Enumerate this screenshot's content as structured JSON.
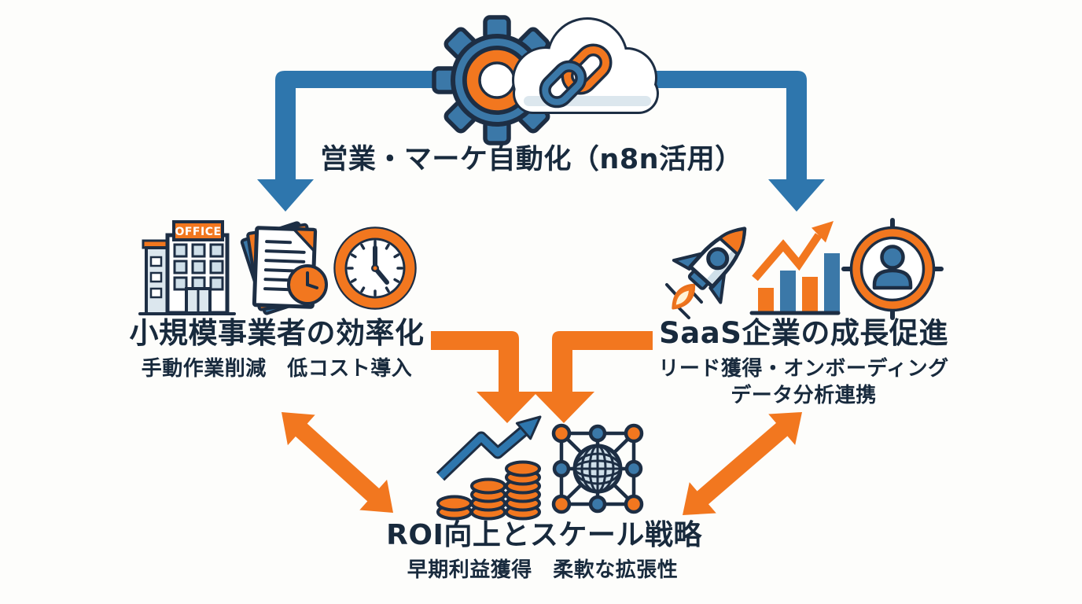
{
  "colors": {
    "bg": "#fdfdfb",
    "navy": "#1d2e44",
    "text": "#182a3d",
    "blue": "#2e76ad",
    "blueMid": "#3b78a8",
    "lightBlue": "#cfdfe9",
    "paleBlue": "#dce7ee",
    "orange": "#f2771f",
    "orangeDeep": "#e8701d",
    "white": "#ffffff",
    "cream": "#fff3d6"
  },
  "top": {
    "title": "営業・マーケ自動化（n8n活用）",
    "icon": "gear-cloud-link"
  },
  "left": {
    "heading": "小規模事業者の効率化",
    "subtext": "手動作業削減　低コスト導入",
    "icons": [
      "office-building",
      "documents-with-clock",
      "clock"
    ]
  },
  "right": {
    "heading": "SaaS企業の成長促進",
    "subtext_line1": "リード獲得・オンボーディング",
    "subtext_line2": "データ分析連携",
    "icons": [
      "rocket",
      "growth-bar-chart",
      "target-user"
    ]
  },
  "bottom": {
    "heading": "ROI向上とスケール戦略",
    "subtext": "早期利益獲得　柔軟な拡張性",
    "icons": [
      "coins-growth-arrow",
      "network-globe"
    ]
  },
  "icons": {
    "office_sign": "OFFICE"
  }
}
